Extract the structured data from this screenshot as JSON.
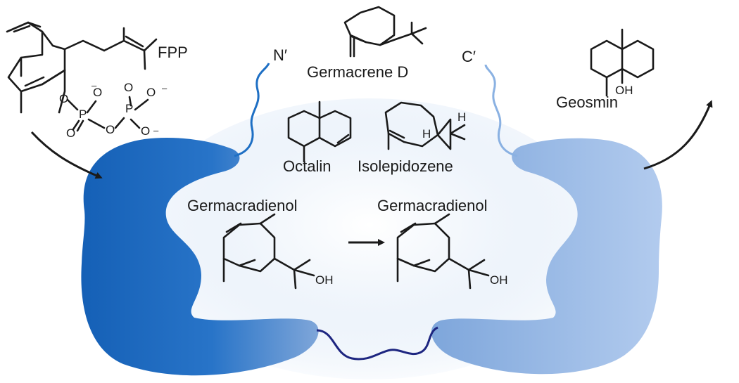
{
  "labels": {
    "fpp": "FPP",
    "n_term": "N′",
    "c_term": "C′",
    "germacrene_d": "Germacrene D",
    "octalin": "Octalin",
    "isolepidozene": "Isolepidozene",
    "germacradienol_left": "Germacradienol",
    "germacradienol_right": "Germacradienol",
    "geosmin": "Geosmin"
  },
  "atoms": {
    "O": "O",
    "P": "P",
    "H": "H",
    "OH": "OH",
    "minus": "–"
  },
  "colors": {
    "domain_n": "#1f6bbd",
    "domain_c": "#8fb3e0",
    "linker_dark": "#1d2580",
    "n_tail": "#1e6fc4",
    "c_tail": "#8ab1e2",
    "ink": "#1a1a1a",
    "glow": "#dbe8f7"
  }
}
